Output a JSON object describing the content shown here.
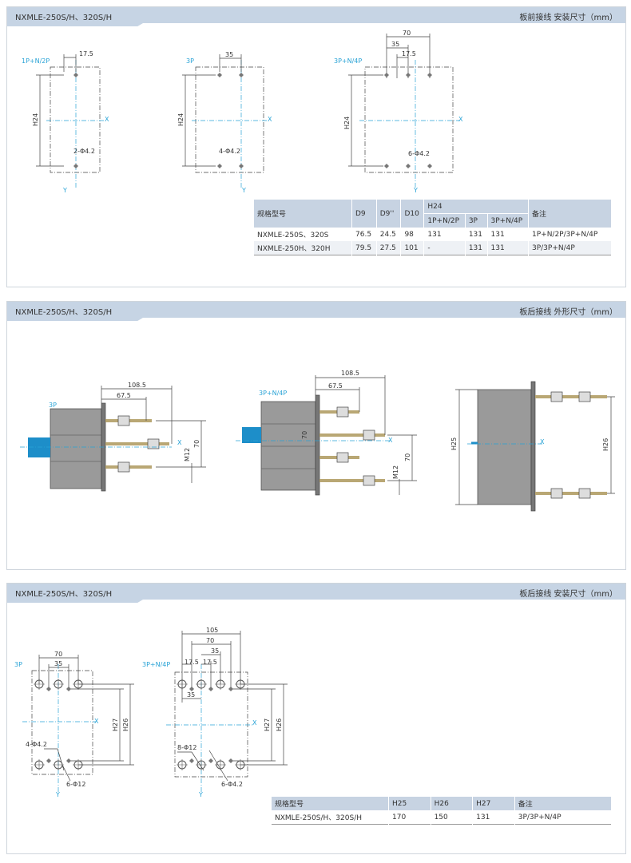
{
  "sections": [
    {
      "title": "NXMLE-250S/H、320S/H",
      "subtitle": "板前接线  安装尺寸（mm）"
    },
    {
      "title": "NXMLE-250S/H、320S/H",
      "subtitle": "板后接线  外形尺寸（mm）"
    },
    {
      "title": "NXMLE-250S/H、320S/H",
      "subtitle": "板后接线  安装尺寸（mm）"
    }
  ],
  "drawings1": {
    "a": {
      "label": "1P+N/2P",
      "d1": "17.5",
      "h": "H24",
      "holes": "2-Φ4.2",
      "x": "X",
      "y": "Y"
    },
    "b": {
      "label": "3P",
      "d1": "35",
      "h": "H24",
      "holes": "4-Φ4.2",
      "x": "X",
      "y": "Y"
    },
    "c": {
      "label": "3P+N/4P",
      "d1": "70",
      "d2": "35",
      "d3": "17.5",
      "h": "H24",
      "holes": "6-Φ4.2",
      "x": "X",
      "y": "Y"
    }
  },
  "drawings2": {
    "a": {
      "label": "3P",
      "d1": "108.5",
      "d2": "67.5",
      "d3": "70",
      "d4": "M12",
      "x": "X"
    },
    "b": {
      "label": "3P+N/4P",
      "d1": "108.5",
      "d2": "67.5",
      "d3": "70",
      "d4": "M12",
      "d5": "70",
      "x": "X"
    },
    "c": {
      "h1": "H25",
      "h2": "H26",
      "x": "X"
    }
  },
  "drawings3": {
    "a": {
      "label": "3P",
      "d1": "70",
      "d2": "35",
      "h1": "H27",
      "h2": "H26",
      "holes1": "4-Φ4.2",
      "holes2": "6-Φ12",
      "x": "X",
      "y": "Y"
    },
    "b": {
      "label": "3P+N/4P",
      "d1": "105",
      "d2": "70",
      "d3": "35",
      "d4": "17.5",
      "d5": "17.5",
      "d6": "35",
      "h1": "H27",
      "h2": "H26",
      "holes1": "8-Φ12",
      "holes2": "6-Φ4.2",
      "x": "X",
      "y": "Y"
    }
  },
  "table1": {
    "headers": {
      "model": "规格型号",
      "d9": "D9",
      "d9b": "D9''",
      "d10": "D10",
      "h24": "H24",
      "c1": "1P+N/2P",
      "c2": "3P",
      "c3": "3P+N/4P",
      "note": "备注"
    },
    "rows": [
      [
        "NXMLE-250S、320S",
        "76.5",
        "24.5",
        "98",
        "131",
        "131",
        "131",
        "1P+N/2P/3P+N/4P"
      ],
      [
        "NXMLE-250H、320H",
        "79.5",
        "27.5",
        "101",
        "-",
        "131",
        "131",
        "3P/3P+N/4P"
      ]
    ]
  },
  "table2": {
    "headers": [
      "规格型号",
      "H25",
      "H26",
      "H27",
      "备注"
    ],
    "rows": [
      [
        "NXMLE-250S/H、320S/H",
        "170",
        "150",
        "131",
        "3P/3P+N/4P"
      ]
    ]
  }
}
